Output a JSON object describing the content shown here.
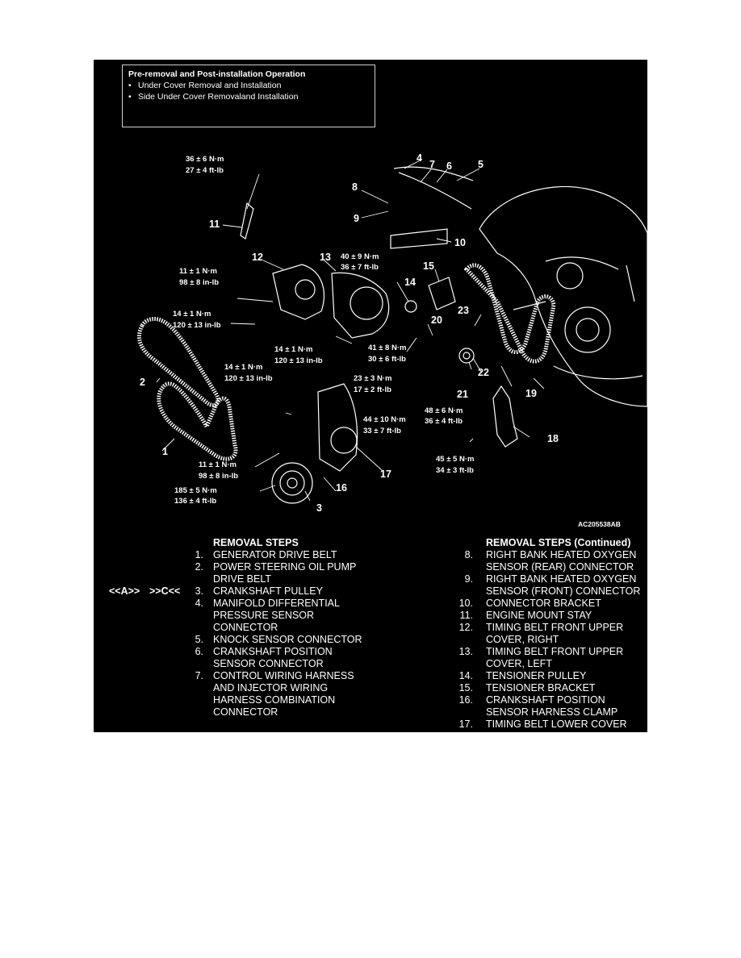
{
  "pre_box": {
    "title": "Pre-removal and Post-installation Operation",
    "items": [
      "Under Cover Removal and Installation",
      "Side Under Cover Removaland Installation"
    ]
  },
  "diagram": {
    "figure_id": "AC205538AB",
    "callouts": [
      "1",
      "2",
      "3",
      "4",
      "5",
      "6",
      "7",
      "8",
      "9",
      "10",
      "11",
      "12",
      "13",
      "14",
      "15",
      "16",
      "17",
      "18",
      "19",
      "20",
      "21",
      "22",
      "23"
    ],
    "torques": [
      [
        "36 ± 6 N·m",
        "27 ± 4 ft-lb"
      ],
      [
        "40 ± 9 N·m",
        "36 ± 7 ft-lb"
      ],
      [
        "11 ± 1 N·m",
        "98 ± 8 in-lb"
      ],
      [
        "14 ± 1 N·m",
        "120 ± 13 in-lb"
      ],
      [
        "14 ± 1 N·m",
        "120 ± 13 in-lb"
      ],
      [
        "41 ± 8 N·m",
        "30 ± 6 ft-lb"
      ],
      [
        "14 ± 1 N·m",
        "120 ± 13 in-lb"
      ],
      [
        "23 ± 3 N·m",
        "17 ± 2 ft-lb"
      ],
      [
        "48 ± 6 N·m",
        "36 ± 4 ft-lb"
      ],
      [
        "44 ± 10 N·m",
        "33 ± 7 ft-lb"
      ],
      [
        "45 ± 5 N·m",
        "34 ± 3 ft-lb"
      ],
      [
        "11 ± 1 N·m",
        "98 ± 8 in-lb"
      ],
      [
        "185 ± 5 N·m",
        "136 ± 4 ft-lb"
      ]
    ]
  },
  "removal_steps": {
    "left": {
      "heading": "REMOVAL STEPS",
      "reference": {
        "a": "<<A>>",
        "c": ">>C<<"
      },
      "steps": [
        {
          "num": "1.",
          "lines": [
            "GENERATOR DRIVE BELT"
          ]
        },
        {
          "num": "2.",
          "lines": [
            "POWER STEERING OIL PUMP",
            "DRIVE BELT"
          ]
        },
        {
          "num": "3.",
          "lines": [
            "CRANKSHAFT PULLEY"
          ]
        },
        {
          "num": "4.",
          "lines": [
            "MANIFOLD DIFFERENTIAL",
            "PRESSURE SENSOR",
            "CONNECTOR"
          ]
        },
        {
          "num": "5.",
          "lines": [
            "KNOCK SENSOR CONNECTOR"
          ]
        },
        {
          "num": "6.",
          "lines": [
            "CRANKSHAFT POSITION",
            "SENSOR CONNECTOR"
          ]
        },
        {
          "num": "7.",
          "lines": [
            "CONTROL WIRING HARNESS",
            "AND INJECTOR WIRING",
            "HARNESS COMBINATION",
            "CONNECTOR"
          ]
        }
      ]
    },
    "right": {
      "heading": "REMOVAL STEPS (Continued)",
      "steps": [
        {
          "num": "8.",
          "lines": [
            "RIGHT BANK HEATED OXYGEN",
            "SENSOR (REAR) CONNECTOR"
          ]
        },
        {
          "num": "9.",
          "lines": [
            "RIGHT BANK HEATED OXYGEN",
            "SENSOR (FRONT) CONNECTOR"
          ]
        },
        {
          "num": "10.",
          "lines": [
            "CONNECTOR BRACKET"
          ]
        },
        {
          "num": "11.",
          "lines": [
            "ENGINE MOUNT STAY"
          ]
        },
        {
          "num": "12.",
          "lines": [
            "TIMING BELT FRONT UPPER",
            "COVER, RIGHT"
          ]
        },
        {
          "num": "13.",
          "lines": [
            "TIMING BELT FRONT UPPER",
            "COVER, LEFT"
          ]
        },
        {
          "num": "14.",
          "lines": [
            "TENSIONER PULLEY"
          ]
        },
        {
          "num": "15.",
          "lines": [
            "TENSIONER BRACKET"
          ]
        },
        {
          "num": "16.",
          "lines": [
            "CRANKSHAFT POSITION",
            "SENSOR HARNESS CLAMP"
          ]
        },
        {
          "num": "17.",
          "lines": [
            "TIMING BELT LOWER COVER"
          ]
        }
      ]
    }
  }
}
